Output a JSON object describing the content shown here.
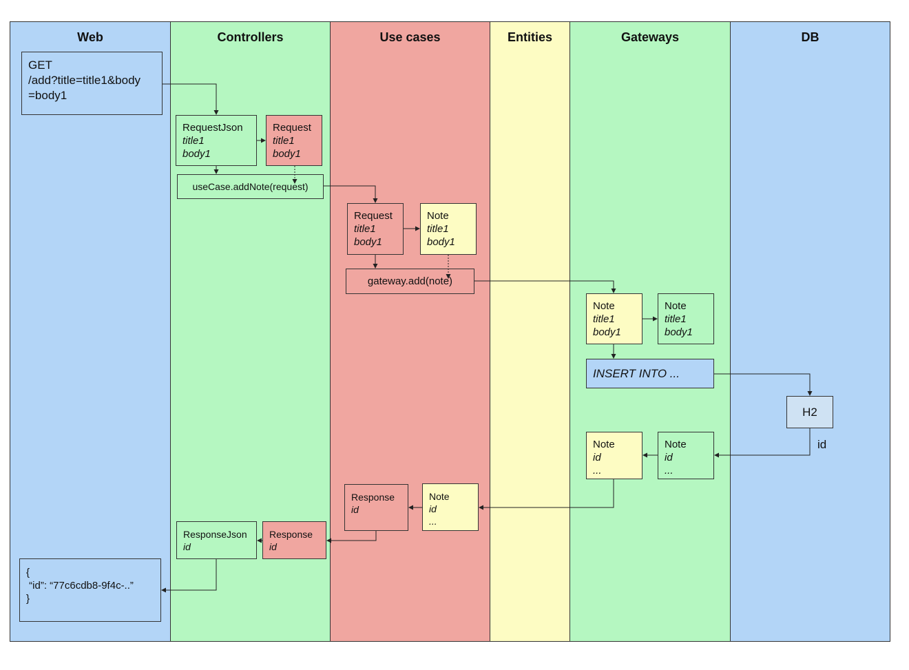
{
  "lanes": {
    "web": "Web",
    "controllers": "Controllers",
    "usecases": "Use cases",
    "entities": "Entities",
    "gateways": "Gateways",
    "db": "DB"
  },
  "web": {
    "get_line1": "GET",
    "get_line2": "/add?title=title1&body",
    "get_line3": "=body1",
    "json_open": "{",
    "json_body": " “id”: “77c6cdb8-9f4c-..”",
    "json_close": "}"
  },
  "controllers": {
    "request_json": {
      "title": "RequestJson",
      "f1": "title1",
      "f2": "body1"
    },
    "request": {
      "title": "Request",
      "f1": "title1",
      "f2": "body1"
    },
    "call": "useCase.addNote(request)",
    "response_json": {
      "title": "ResponseJson",
      "f1": "id"
    },
    "response": {
      "title": "Response",
      "f1": "id"
    }
  },
  "usecases": {
    "request": {
      "title": "Request",
      "f1": "title1",
      "f2": "body1"
    },
    "note": {
      "title": "Note",
      "f1": "title1",
      "f2": "body1"
    },
    "call": "gateway.add(note)",
    "response": {
      "title": "Response",
      "f1": "id"
    },
    "note_out": {
      "title": "Note",
      "f1": "id",
      "f2": "..."
    }
  },
  "gateways": {
    "note_in": {
      "title": "Note",
      "f1": "title1",
      "f2": "body1"
    },
    "note_db": {
      "title": "Note",
      "f1": "title1",
      "f2": "body1"
    },
    "insert": "INSERT INTO ...",
    "note_ret": {
      "title": "Note",
      "f1": "id",
      "f2": "..."
    },
    "note_db_ret": {
      "title": "Note",
      "f1": "id",
      "f2": "..."
    }
  },
  "db": {
    "h2": "H2",
    "id_label": "id"
  },
  "colors": {
    "blue": "#b3d5f7",
    "green": "#b5f7c1",
    "red": "#f0a6a0",
    "yellow": "#fdfcc3"
  }
}
